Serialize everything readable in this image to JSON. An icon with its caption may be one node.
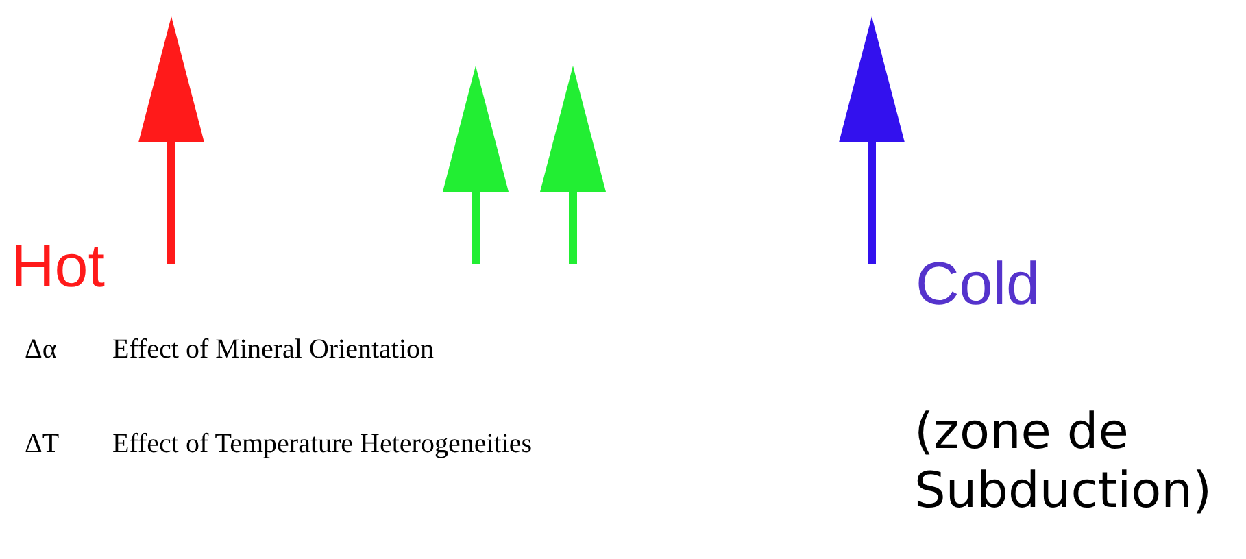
{
  "diagram": {
    "labels": [
      "Hot",
      "Cold",
      "Δα",
      "Effect of Mineral Orientation",
      "ΔT",
      "Effect of Temperature Heterogeneities",
      "(zone de Subduction)"
    ]
  }
}
